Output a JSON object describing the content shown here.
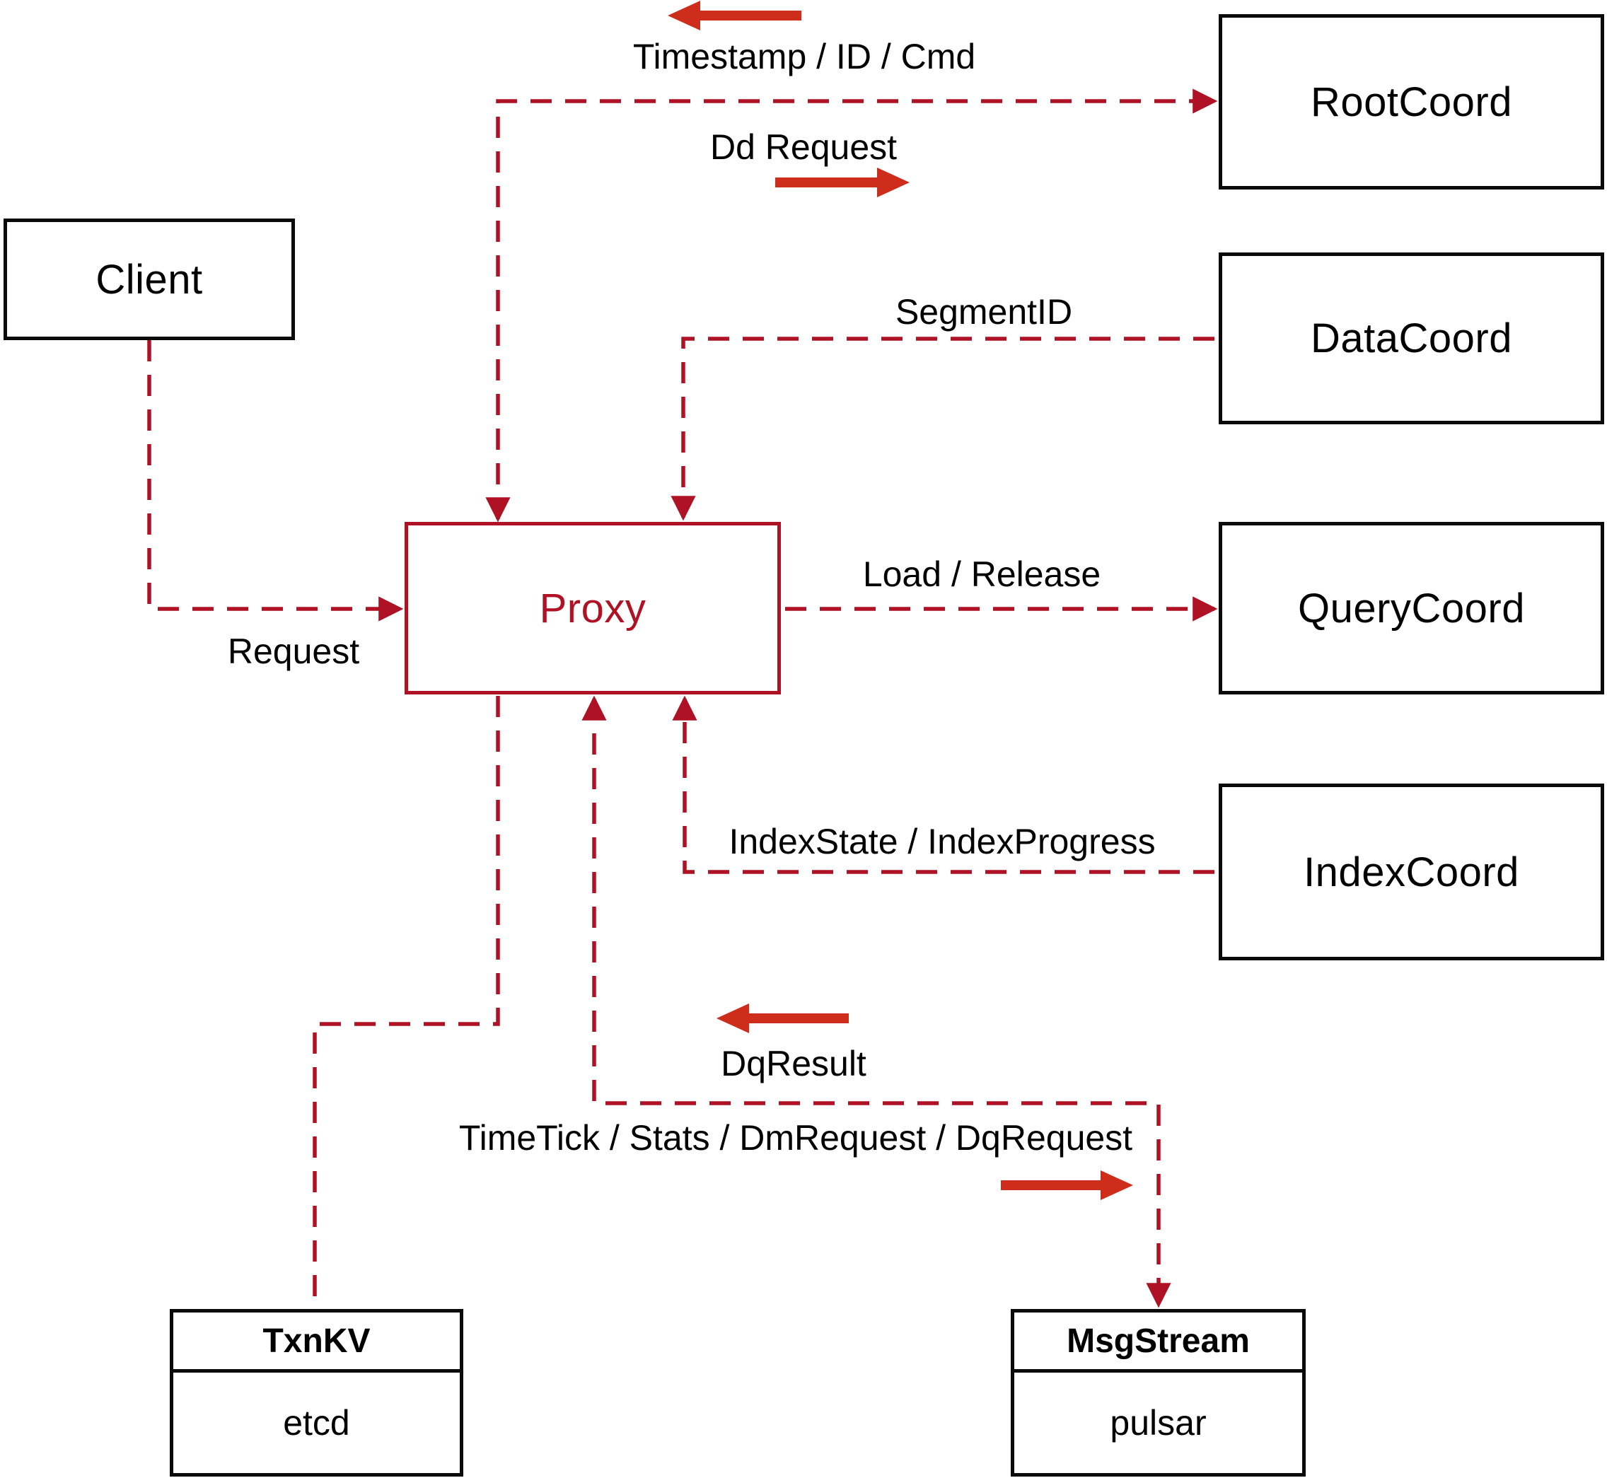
{
  "diagram": {
    "nodes": {
      "client": {
        "label": "Client"
      },
      "proxy": {
        "label": "Proxy"
      },
      "root_coord": {
        "label": "RootCoord"
      },
      "data_coord": {
        "label": "DataCoord"
      },
      "query_coord": {
        "label": "QueryCoord"
      },
      "index_coord": {
        "label": "IndexCoord"
      },
      "txn_kv": {
        "title": "TxnKV",
        "subtitle": "etcd"
      },
      "msg_stream": {
        "title": "MsgStream",
        "subtitle": "pulsar"
      }
    },
    "edge_labels": {
      "timestamp": "Timestamp / ID / Cmd",
      "dd_request": "Dd Request",
      "segment_id": "SegmentID",
      "load_release": "Load / Release",
      "index_state": "IndexState / IndexProgress",
      "request": "Request",
      "dq_result": "DqResult",
      "time_tick": "TimeTick / Stats / DmRequest / DqRequest"
    },
    "colors": {
      "dashed_line_red": "#b01225",
      "solid_arrow_red": "#ce2d1b",
      "box_border_black": "#0a0a0a",
      "background": "#ffffff"
    }
  }
}
